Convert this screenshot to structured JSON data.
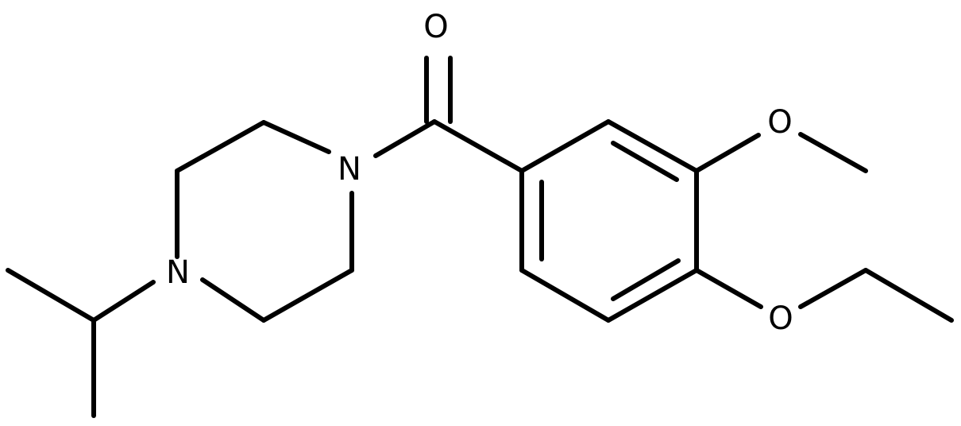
{
  "atoms": {
    "o_carbonyl": "O",
    "o_methoxy": "O",
    "o_ethoxy": "O",
    "n_amide": "N",
    "n_amine": "N"
  },
  "colors": {
    "bond": "#000000",
    "label": "#000000",
    "background": "#ffffff"
  }
}
